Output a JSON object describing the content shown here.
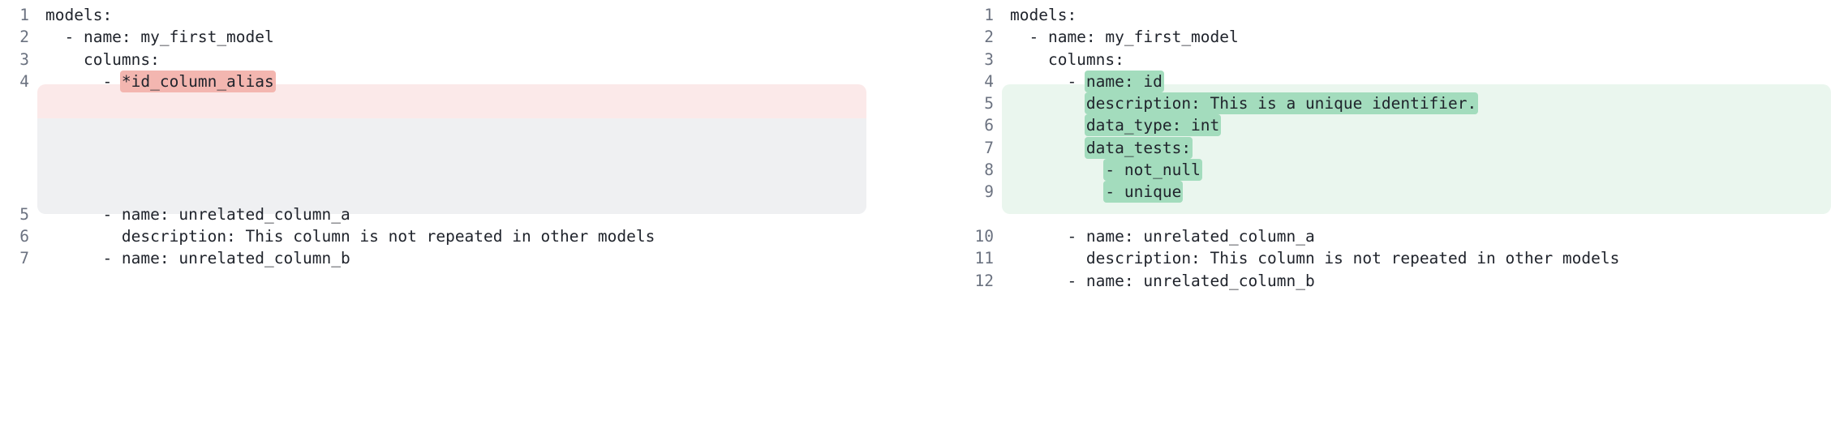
{
  "diff": {
    "left": {
      "name": "removed-pane",
      "lines": [
        {
          "num": "1",
          "pre": "models:",
          "hl": "",
          "post": "",
          "state": "context"
        },
        {
          "num": "2",
          "pre": "  - name: my_first_model",
          "hl": "",
          "post": "",
          "state": "context"
        },
        {
          "num": "3",
          "pre": "    columns:",
          "hl": "",
          "post": "",
          "state": "context"
        },
        {
          "num": "4",
          "pre": "      - ",
          "hl": "*id_column_alias",
          "post": "",
          "state": "removed"
        },
        {
          "num": "",
          "pre": "",
          "hl": "",
          "post": "",
          "state": "filler"
        },
        {
          "num": "",
          "pre": "",
          "hl": "",
          "post": "",
          "state": "filler"
        },
        {
          "num": "",
          "pre": "",
          "hl": "",
          "post": "",
          "state": "filler"
        },
        {
          "num": "",
          "pre": "",
          "hl": "",
          "post": "",
          "state": "filler"
        },
        {
          "num": "",
          "pre": "",
          "hl": "",
          "post": "",
          "state": "blank"
        },
        {
          "num": "5",
          "pre": "      - name: unrelated_column_a",
          "hl": "",
          "post": "",
          "state": "context"
        },
        {
          "num": "6",
          "pre": "        description: This column is not repeated in other models",
          "hl": "",
          "post": "",
          "state": "context"
        },
        {
          "num": "7",
          "pre": "      - name: unrelated_column_b",
          "hl": "",
          "post": "",
          "state": "context"
        }
      ]
    },
    "right": {
      "name": "added-pane",
      "lines": [
        {
          "num": "1",
          "pre": "models:",
          "hl": "",
          "post": "",
          "state": "context"
        },
        {
          "num": "2",
          "pre": "  - name: my_first_model",
          "hl": "",
          "post": "",
          "state": "context"
        },
        {
          "num": "3",
          "pre": "    columns:",
          "hl": "",
          "post": "",
          "state": "context"
        },
        {
          "num": "4",
          "pre": "      - ",
          "hl": "name: id",
          "post": "",
          "state": "added"
        },
        {
          "num": "5",
          "pre": "        ",
          "hl": "description: This is a unique identifier.",
          "post": "",
          "state": "added"
        },
        {
          "num": "6",
          "pre": "        ",
          "hl": "data_type: int",
          "post": "",
          "state": "added"
        },
        {
          "num": "7",
          "pre": "        ",
          "hl": "data_tests:",
          "post": "",
          "state": "added"
        },
        {
          "num": "8",
          "pre": "          ",
          "hl": "- not_null",
          "post": "",
          "state": "added"
        },
        {
          "num": "9",
          "pre": "          ",
          "hl": "- unique",
          "post": "",
          "state": "added"
        },
        {
          "num": "",
          "pre": "",
          "hl": "",
          "post": "",
          "state": "blank"
        },
        {
          "num": "10",
          "pre": "      - name: unrelated_column_a",
          "hl": "",
          "post": "",
          "state": "context"
        },
        {
          "num": "11",
          "pre": "        description: This column is not repeated in other models",
          "hl": "",
          "post": "",
          "state": "context"
        },
        {
          "num": "12",
          "pre": "      - name: unrelated_column_b",
          "hl": "",
          "post": "",
          "state": "context"
        }
      ]
    },
    "colors": {
      "removed_row_bg": "#fbe9e9",
      "removed_word_bg": "#f3b6b0",
      "filler_bg": "#eff0f2",
      "added_block_bg": "#eaf6ee",
      "added_word_bg": "#a3dcbd",
      "text": "#20242c",
      "gutter_text": "#6b7280",
      "page_bg": "#ffffff"
    }
  }
}
